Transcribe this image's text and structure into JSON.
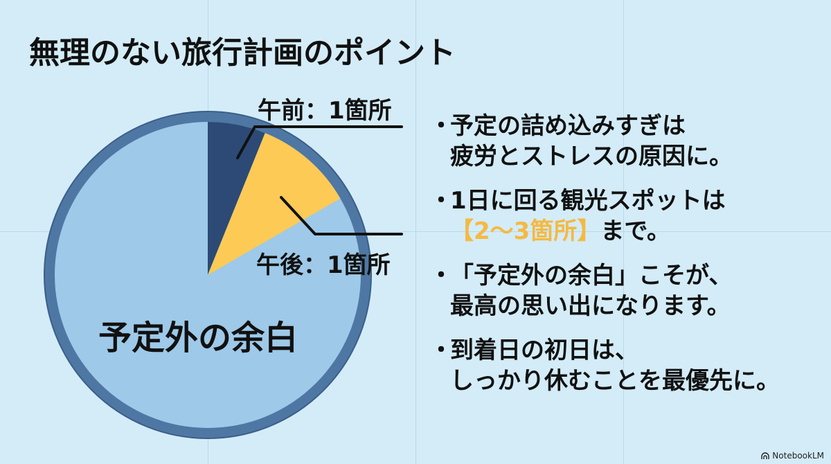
{
  "slide": {
    "title": "無理のない旅行計画のポイント",
    "watermark": "NotebookLM"
  },
  "chart_data": {
    "type": "pie",
    "title": "",
    "slices": [
      {
        "label": "午前：1箇所",
        "value": 1,
        "color": "#2c4a75",
        "start_deg": 0,
        "end_deg": 22
      },
      {
        "label": "午後：1箇所",
        "value": 1,
        "color": "#fcca55",
        "start_deg": 22,
        "end_deg": 60
      },
      {
        "label": "予定外の余白",
        "value": 8,
        "color": "#9ec9e8",
        "start_deg": 60,
        "end_deg": 360
      }
    ],
    "rim_color": "#4f77a3",
    "labels": {
      "am": "午前：1箇所",
      "pm": "午後：1箇所",
      "margin": "予定外の余白"
    }
  },
  "bullets": [
    {
      "marker": "・",
      "lines": [
        "予定の詰め込みすぎは",
        "疲労とストレスの原因に。"
      ]
    },
    {
      "marker": "・",
      "lines": [
        "1日に回る観光スポットは"
      ],
      "highlight": "【2〜3箇所】",
      "tail": "まで。"
    },
    {
      "marker": "・",
      "lines": [
        "「予定外の余白」こそが、",
        "最高の思い出になります。"
      ]
    },
    {
      "marker": "・",
      "lines": [
        "到着日の初日は、",
        "しっかり休むことを最優先に。"
      ]
    }
  ],
  "colors": {
    "background": "#d3ecf8",
    "highlight": "#f5b942",
    "text": "#111111"
  }
}
